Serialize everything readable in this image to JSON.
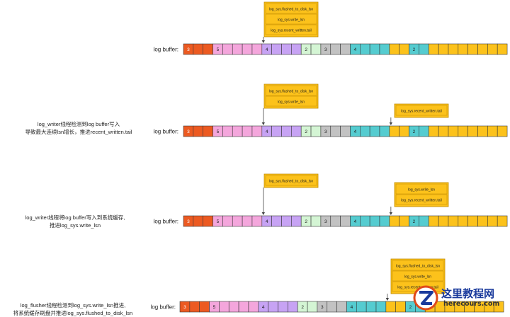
{
  "labels": {
    "buffer": "log buffer:",
    "flushed": "log_sys.flushed_to_disk_lsn",
    "write": "log_sys.write_lsn",
    "recent": "log_sys.recent_written.tail"
  },
  "captions": {
    "s2": [
      "log_writer线程检测到log buffer写入",
      "导致最大连续lsn增长，推进recent_written.tail"
    ],
    "s3": [
      "log_writer线程将log buffer写入到系统缓存,",
      "推进log_sys.write_lsn"
    ],
    "s4": [
      "log_flusher线程检测到log_sys.write_lsn推进,",
      "将系统缓存刷盘并推进log_sys.flushed_to_disk_lsn"
    ]
  },
  "palette": {
    "red": "#ec5a21",
    "pink": "#f4a6dc",
    "purple": "#c7a3f4",
    "green": "#d4f5d4",
    "gray": "#c2c2c2",
    "cyan": "#55ccd0",
    "yellow": "#fcc21b",
    "border": "#3a3a3a",
    "box": "#fcc21b",
    "box_border": "#c08a00"
  },
  "cells": [
    {
      "c": "red",
      "t": "3"
    },
    {
      "c": "red",
      "t": ""
    },
    {
      "c": "red",
      "t": ""
    },
    {
      "c": "pink",
      "t": "5"
    },
    {
      "c": "pink",
      "t": ""
    },
    {
      "c": "pink",
      "t": ""
    },
    {
      "c": "pink",
      "t": ""
    },
    {
      "c": "pink",
      "t": ""
    },
    {
      "c": "purple",
      "t": "4"
    },
    {
      "c": "purple",
      "t": ""
    },
    {
      "c": "purple",
      "t": ""
    },
    {
      "c": "purple",
      "t": ""
    },
    {
      "c": "green",
      "t": "2"
    },
    {
      "c": "green",
      "t": ""
    },
    {
      "c": "gray",
      "t": "3"
    },
    {
      "c": "gray",
      "t": ""
    },
    {
      "c": "gray",
      "t": ""
    },
    {
      "c": "cyan",
      "t": "4"
    },
    {
      "c": "cyan",
      "t": ""
    },
    {
      "c": "cyan",
      "t": ""
    },
    {
      "c": "cyan",
      "t": ""
    },
    {
      "c": "yellow",
      "t": ""
    },
    {
      "c": "yellow",
      "t": ""
    },
    {
      "c": "cyan",
      "t": "2"
    },
    {
      "c": "cyan",
      "t": ""
    },
    {
      "c": "yellow",
      "t": ""
    },
    {
      "c": "yellow",
      "t": ""
    },
    {
      "c": "yellow",
      "t": ""
    },
    {
      "c": "yellow",
      "t": ""
    },
    {
      "c": "yellow",
      "t": ""
    },
    {
      "c": "yellow",
      "t": ""
    },
    {
      "c": "yellow",
      "t": ""
    },
    {
      "c": "yellow",
      "t": ""
    }
  ],
  "stages": [
    {
      "pointers": [
        {
          "rows": [
            "flushed",
            "write",
            "recent"
          ],
          "cell": 8
        }
      ]
    },
    {
      "pointers": [
        {
          "rows": [
            "flushed",
            "write"
          ],
          "cell": 8
        },
        {
          "rows": [
            "recent"
          ],
          "cell": 21
        }
      ]
    },
    {
      "pointers": [
        {
          "rows": [
            "flushed"
          ],
          "cell": 8
        },
        {
          "rows": [
            "write",
            "recent"
          ],
          "cell": 21
        }
      ]
    },
    {
      "pointers": [
        {
          "rows": [
            "flushed",
            "write",
            "recent"
          ],
          "cell": 21
        }
      ]
    }
  ],
  "watermark": {
    "title": "这里教程网",
    "url": "herecours.com"
  }
}
